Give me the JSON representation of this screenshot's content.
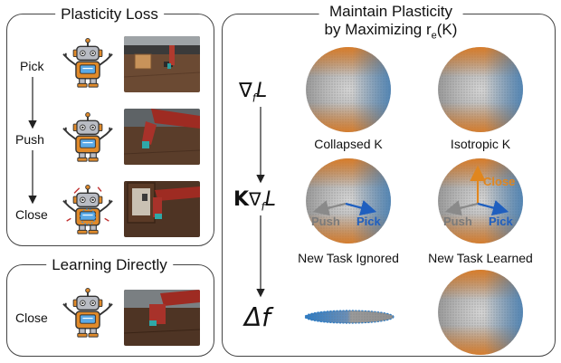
{
  "plasticity_loss": {
    "title": "Plasticity Loss",
    "stages": [
      "Pick",
      "Push",
      "Close"
    ]
  },
  "learning_directly": {
    "title": "Learning Directly",
    "stages": [
      "Close"
    ]
  },
  "maintain": {
    "title_line1": "Maintain Plasticity",
    "title_line2_prefix": "by Maximizing r",
    "title_line2_sub": "e",
    "title_line2_suffix": "(K)"
  },
  "math": {
    "grad_symbol": "∇",
    "grad_sub": "f",
    "grad_L": "L",
    "k_symbol": "K",
    "delta_f": "Δf"
  },
  "spheres": {
    "collapsed": "Collapsed K",
    "isotropic": "Isotropic K",
    "ignored": "New Task Ignored",
    "learned": "New Task Learned"
  },
  "axes": {
    "push": "Push",
    "pick": "Pick",
    "close": "Close"
  },
  "colors": {
    "orange": "#e07a1e",
    "blue": "#2c7bc4",
    "gray": "#8a8a8a",
    "pick_arrow": "#1f5fbf",
    "close_arrow": "#e0861e",
    "push_arrow": "#8a8a8a"
  },
  "icons": [
    "robot-icon",
    "robot-arm-photo"
  ]
}
